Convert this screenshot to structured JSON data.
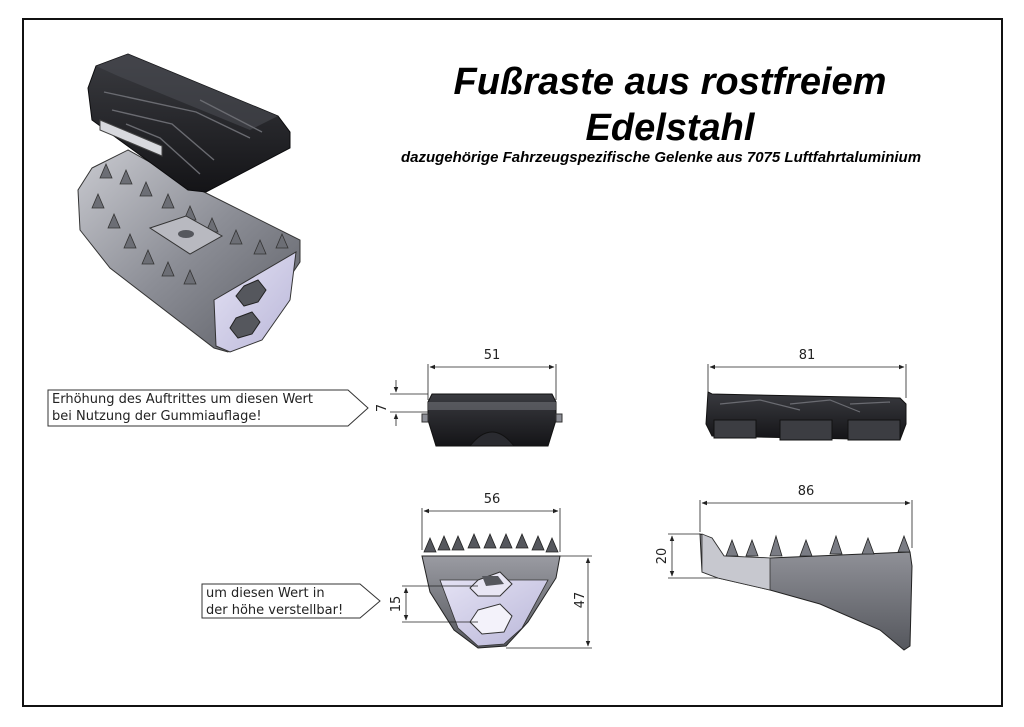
{
  "title": {
    "line1": "Fußraste aus rostfreiem",
    "line2": "Edelstahl",
    "subtitle": "dazugehörige Fahrzeugspezifische Gelenke aus 7075 Luftfahrtaluminium"
  },
  "notes": {
    "rubber_line1": "Erhöhung des Auftrittes um diesen Wert",
    "rubber_line2": "bei Nutzung der Gummiauflage!",
    "adjust_line1": "um diesen Wert in",
    "adjust_line2": "der höhe verstellbar!"
  },
  "dimensions": {
    "top_front_width": "51",
    "rubber_height": "7",
    "top_side_width": "81",
    "front_width": "56",
    "adjust_height": "15",
    "front_height": "47",
    "side_width": "86",
    "side_height": "20"
  }
}
